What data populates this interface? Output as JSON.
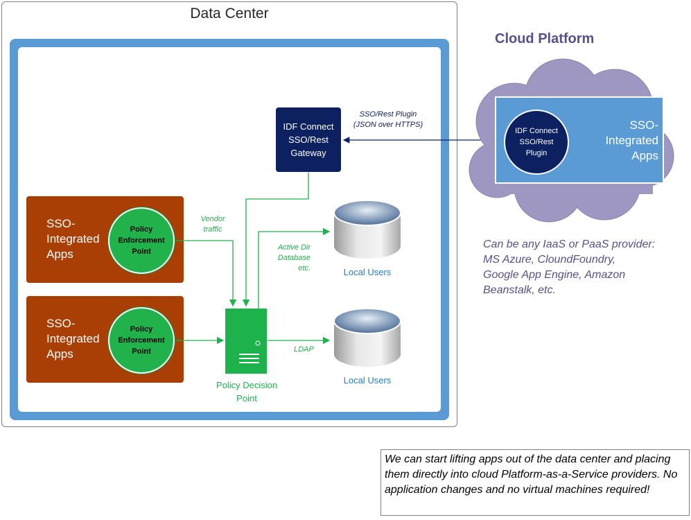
{
  "data_center": {
    "title": "Data Center",
    "app_boxes": [
      {
        "label": [
          "SSO-",
          "Integrated",
          "Apps"
        ],
        "pep": [
          "Policy",
          "Enforcement",
          "Point"
        ]
      },
      {
        "label": [
          "SSO-",
          "Integrated",
          "Apps"
        ],
        "pep": [
          "Policy",
          "Enforcement",
          "Point"
        ]
      }
    ],
    "gateway": [
      "IDF Connect",
      "SSO/Rest",
      "Gateway"
    ],
    "pdp_label": [
      "Policy Decision",
      "Point"
    ],
    "databases": [
      {
        "label": "Local Users"
      },
      {
        "label": "Local Users"
      }
    ],
    "edge_labels": {
      "vendor": [
        "Vendor",
        "traffic"
      ],
      "active_dir": [
        "Active Dir",
        "Database",
        "etc."
      ],
      "ldap": "LDAP"
    }
  },
  "plugin_note": [
    "SSO/Rest Plugin",
    "(JSON over HTTPS)"
  ],
  "cloud": {
    "title": "Cloud Platform",
    "plugin": [
      "IDF Connect",
      "SSO/Rest",
      "Plugin"
    ],
    "apps": [
      "SSO-",
      "Integrated",
      "Apps"
    ],
    "provider_note": [
      "Can be any IaaS or PaaS provider:",
      "MS Azure, CloundFoundry,",
      "Google App Engine, Amazon",
      "Beanstalk, etc."
    ]
  },
  "bottom_note": "We can start lifting apps out of the data center and placing them directly into cloud Platform-as-a-Service providers. No application changes and no virtual machines required!",
  "colors": {
    "app_box": "#a93f05",
    "pep_green": "#21b24b",
    "gateway_navy": "#0d2060",
    "pdp_green": "#1db24b",
    "frame_blue": "#5b9bd5",
    "cloud_purple": "#9e97c2",
    "note_purple": "#5a4e8c",
    "db_label_blue": "#1f7fd0"
  }
}
